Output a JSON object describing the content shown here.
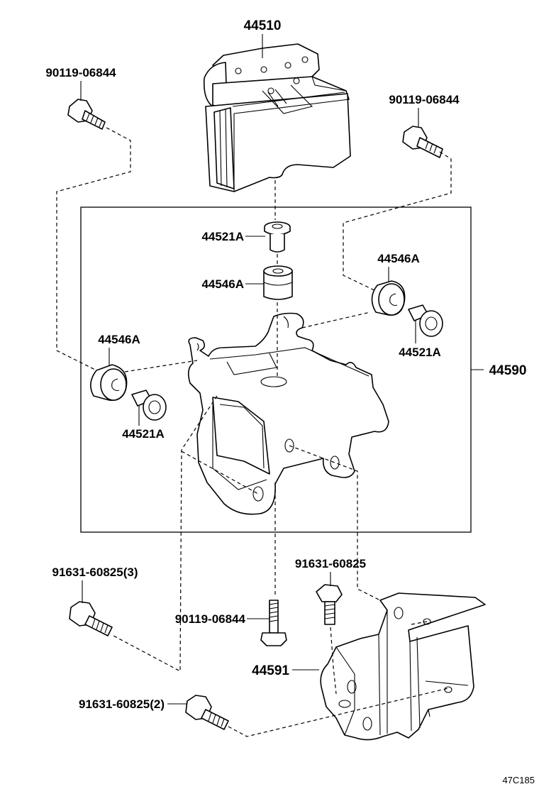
{
  "labels": {
    "actuator": "44510",
    "bolt_top_left": "90119-06844",
    "bolt_top_right": "90119-06844",
    "collar_center": "44521A",
    "cushion_center": "44546A",
    "cushion_right": "44546A",
    "collar_right": "44521A",
    "cushion_left": "44546A",
    "collar_left": "44521A",
    "bracket_assembly": "44590",
    "bolt_lower_left": "91631-60825(3)",
    "bolt_lower_mid": "91631-60825",
    "bolt_center_lower": "90119-06844",
    "bracket_lower": "44591",
    "bolt_bottom_left": "91631-60825(2)",
    "figure_code": "47C185"
  }
}
